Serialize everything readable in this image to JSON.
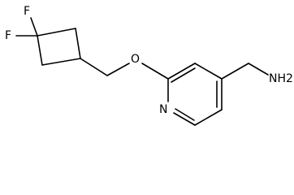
{
  "structure": {
    "atoms": {
      "fluorine_top": "F",
      "fluorine_left": "F",
      "ether_oxygen": "O",
      "ring_nitrogen": "N",
      "amine": "NH2"
    }
  }
}
